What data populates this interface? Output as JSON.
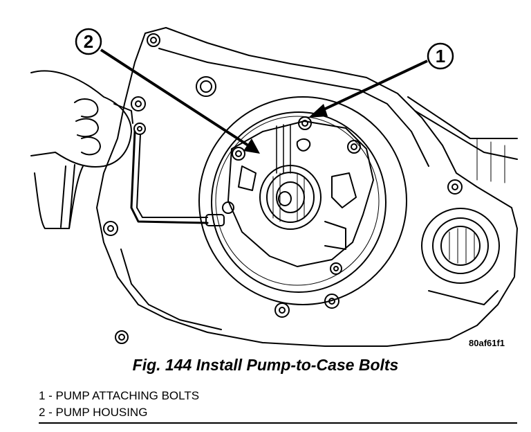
{
  "figure": {
    "callouts": [
      {
        "number": "1"
      },
      {
        "number": "2"
      }
    ],
    "image_code": "80af61f1",
    "caption": "Fig. 144 Install Pump-to-Case Bolts"
  },
  "legend": {
    "items": [
      {
        "text": "1 - PUMP ATTACHING BOLTS"
      },
      {
        "text": "2 - PUMP HOUSING"
      }
    ]
  }
}
